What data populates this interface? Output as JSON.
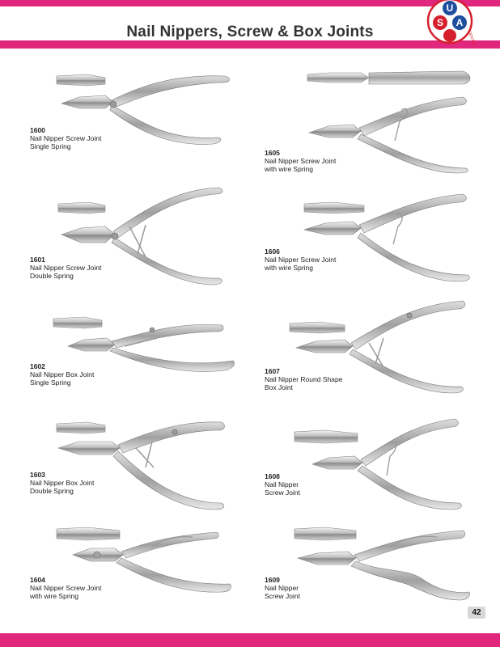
{
  "header": {
    "title": "Nail Nippers, Screw & Box Joints",
    "logo_letters": [
      "U",
      "S",
      "A"
    ],
    "logo_subtext": "DENTAL"
  },
  "colors": {
    "brand_pink": "#e0267d",
    "logo_blue": "#1d4f9e",
    "logo_red": "#d61f2c"
  },
  "products": [
    {
      "code": "1600",
      "line1": "Nail Nipper Screw Joint",
      "line2": "Single Spring"
    },
    {
      "code": "1601",
      "line1": "Nail Nipper Screw Joint",
      "line2": "Double Spring"
    },
    {
      "code": "1602",
      "line1": "Nail Nipper Box Joint",
      "line2": "Single Spring"
    },
    {
      "code": "1603",
      "line1": "Nail Nipper Box Joint",
      "line2": "Double Spring"
    },
    {
      "code": "1604",
      "line1": "Nail Nipper Screw Joint",
      "line2": "with wire Spring"
    },
    {
      "code": "1605",
      "line1": "Nail Nipper Screw Joint",
      "line2": "with wire Spring"
    },
    {
      "code": "1606",
      "line1": "Nail Nipper Screw Joint",
      "line2": "with wire Spring"
    },
    {
      "code": "1607",
      "line1": "Nail Nipper Round Shape",
      "line2": "Box Joint"
    },
    {
      "code": "1608",
      "line1": "Nail Nipper",
      "line2": "Screw Joint"
    },
    {
      "code": "1609",
      "line1": "Nail Nipper",
      "line2": "Screw Joint"
    }
  ],
  "footer": {
    "page_number": "42"
  }
}
